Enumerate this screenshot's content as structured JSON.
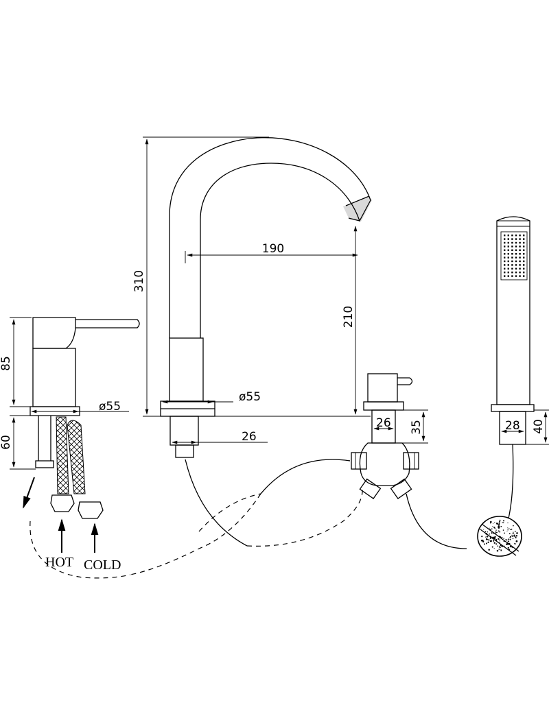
{
  "dimensions": {
    "spout_height": "310",
    "spout_reach": "190",
    "spout_clearance": "210",
    "spout_base_dia": "ø55",
    "spout_shank": "26",
    "mixer_height": "85",
    "mixer_shank_len": "60",
    "mixer_base_dia": "ø55",
    "diverter_shank": "26",
    "diverter_shank_len": "35",
    "handshower_shank": "28",
    "handshower_shank_len": "40"
  },
  "labels": {
    "hot": "HOT",
    "cold": "COLD"
  }
}
